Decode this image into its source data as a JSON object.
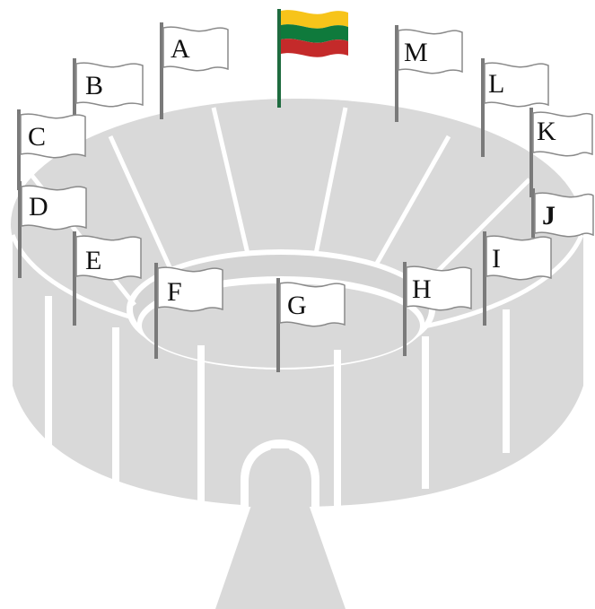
{
  "colors": {
    "stadium": "#d9d9d9",
    "stadium_inner": "#cfcfcf",
    "lines": "#ffffff",
    "pole": "#7a7a7a",
    "flag_fill": "#ffffff",
    "flag_stroke": "#8a8a8a",
    "national_pole": "#1e6b3f",
    "stripe_top": "#f7c41a",
    "stripe_middle": "#0f7a3c",
    "stripe_bottom": "#c42a2a"
  },
  "national_flag": {
    "icon": "lithuanian-flag-icon"
  },
  "flags": [
    {
      "label": "A"
    },
    {
      "label": "B"
    },
    {
      "label": "C"
    },
    {
      "label": "D"
    },
    {
      "label": "E"
    },
    {
      "label": "F"
    },
    {
      "label": "G"
    },
    {
      "label": "H"
    },
    {
      "label": "I"
    },
    {
      "label": "J"
    },
    {
      "label": "K"
    },
    {
      "label": "L"
    },
    {
      "label": "M"
    }
  ]
}
